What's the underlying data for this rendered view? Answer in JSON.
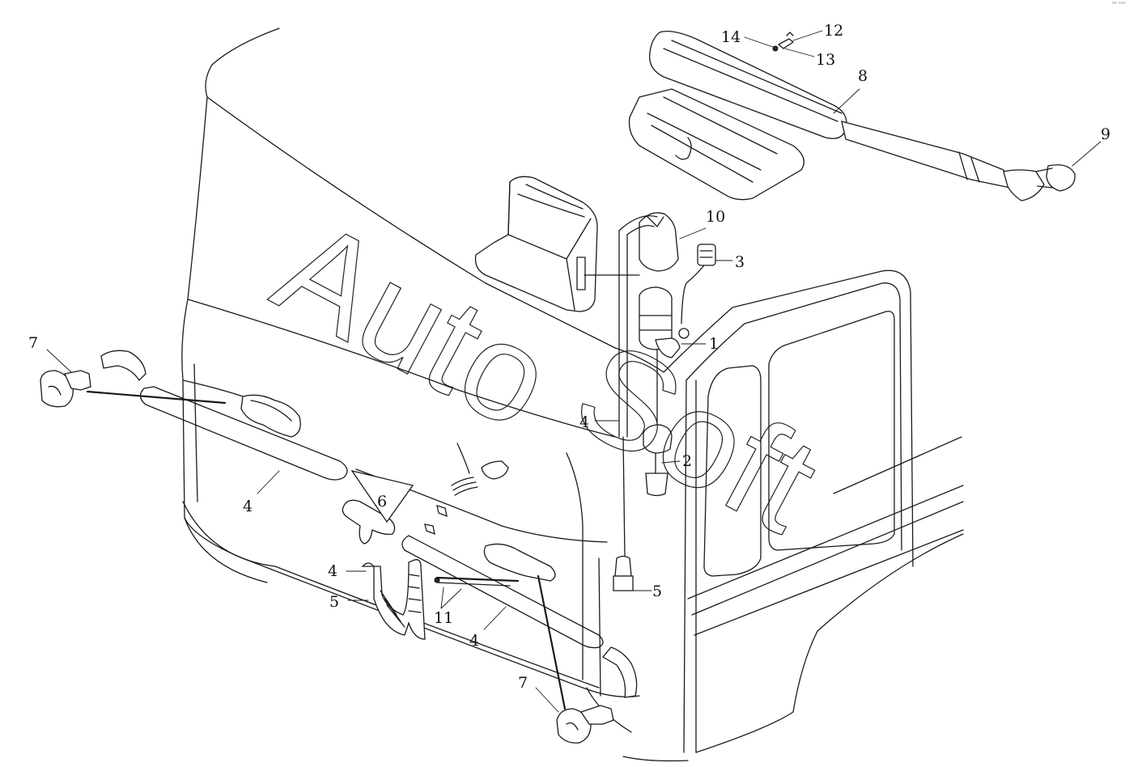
{
  "watermark": {
    "part1": "Auto",
    "part2": "Soft"
  },
  "corner_mark": "°° °°°",
  "callouts": [
    {
      "id": "c1",
      "label": "1"
    },
    {
      "id": "c2",
      "label": "2"
    },
    {
      "id": "c3",
      "label": "3"
    },
    {
      "id": "c4a",
      "label": "4"
    },
    {
      "id": "c4b",
      "label": "4"
    },
    {
      "id": "c4c",
      "label": "4"
    },
    {
      "id": "c4d",
      "label": "4"
    },
    {
      "id": "c5a",
      "label": "5"
    },
    {
      "id": "c5b",
      "label": "5"
    },
    {
      "id": "c6",
      "label": "6"
    },
    {
      "id": "c7a",
      "label": "7"
    },
    {
      "id": "c7b",
      "label": "7"
    },
    {
      "id": "c8",
      "label": "8"
    },
    {
      "id": "c9",
      "label": "9"
    },
    {
      "id": "c10",
      "label": "10"
    },
    {
      "id": "c11",
      "label": "11"
    },
    {
      "id": "c12",
      "label": "12"
    },
    {
      "id": "c13",
      "label": "13"
    },
    {
      "id": "c14",
      "label": "14"
    }
  ]
}
